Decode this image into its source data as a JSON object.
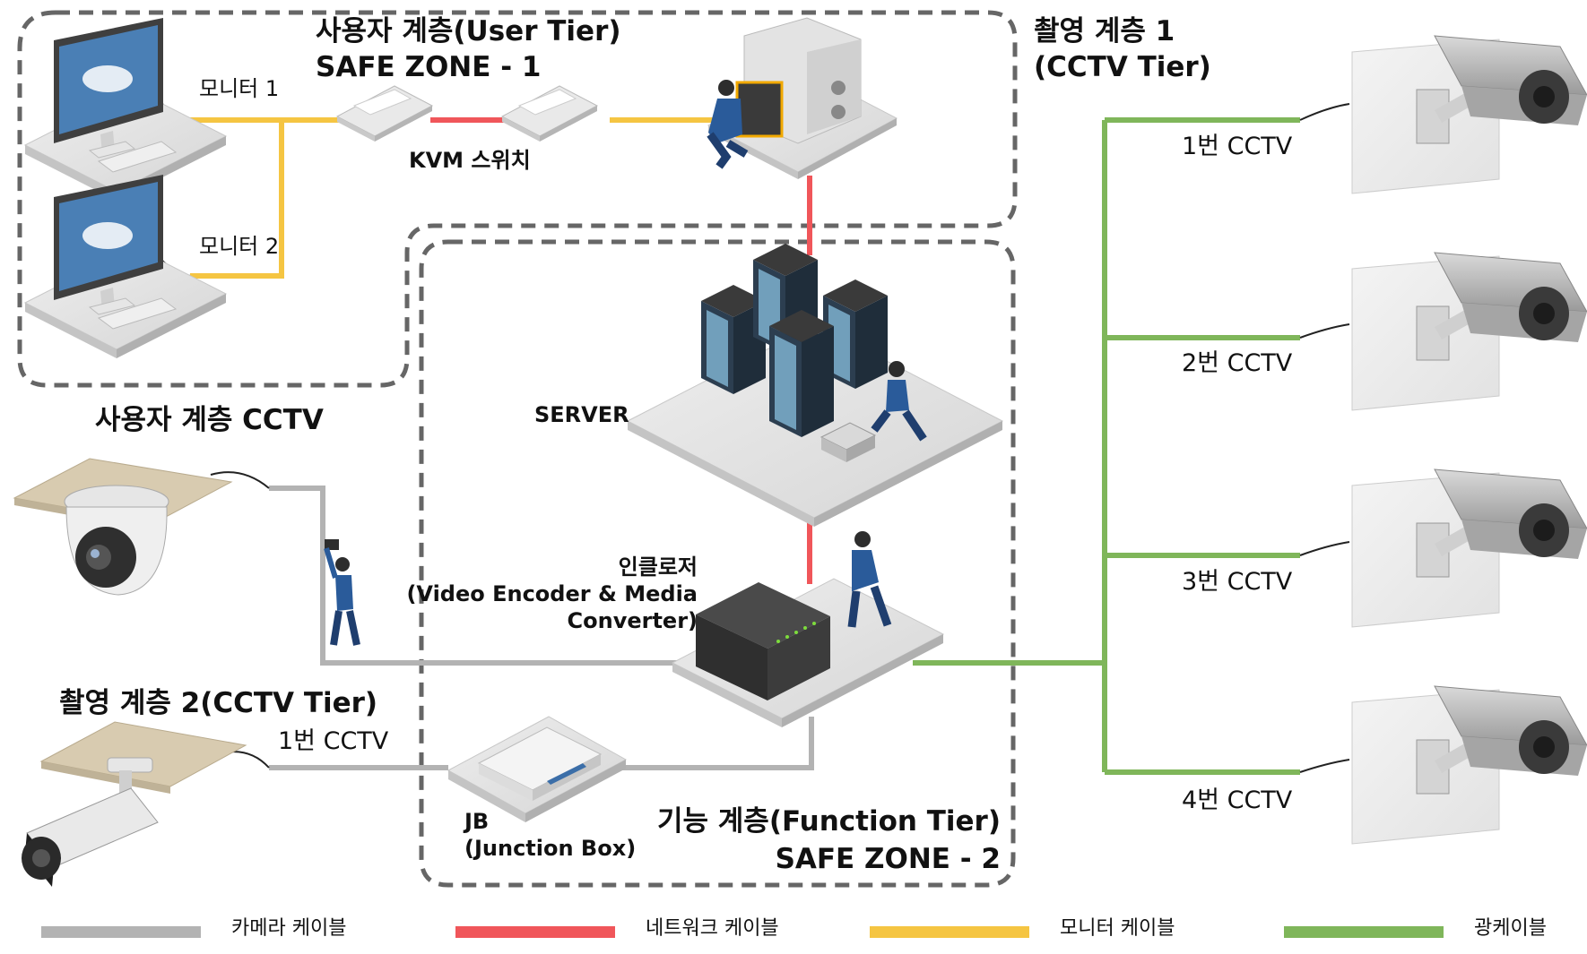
{
  "zones": {
    "user_tier": {
      "line1": "사용자 계층(User Tier)",
      "line2": "SAFE ZONE - 1"
    },
    "function_tier": {
      "line1": "기능 계층(Function Tier)",
      "line2": "SAFE ZONE - 2"
    },
    "capture_tier_1": {
      "line1": "촬영 계층 1",
      "line2": "(CCTV Tier)"
    },
    "capture_tier_2": {
      "line1": "촬영 계층 2(CCTV Tier)"
    },
    "user_tier_cctv": {
      "line1": "사용자 계층 CCTV"
    }
  },
  "labels": {
    "monitor_1": "모니터 1",
    "monitor_2": "모니터 2",
    "kvm": "KVM 스위치",
    "server": "SERVER",
    "enclosure_l1": "인클로저",
    "enclosure_l2": "(Video Encoder & Media",
    "enclosure_l3": "Converter)",
    "jb_l1": "JB",
    "jb_l2": "(Junction Box)",
    "tier2_cctv": "1번 CCTV"
  },
  "cctv_list": [
    "1번 CCTV",
    "2번 CCTV",
    "3번 CCTV",
    "4번 CCTV"
  ],
  "legend": [
    {
      "label": "카메라 케이블",
      "color": "#b3b3b3"
    },
    {
      "label": "네트워크 케이블",
      "color": "#f0565a"
    },
    {
      "label": "모니터 케이블",
      "color": "#f5c542"
    },
    {
      "label": "광케이블",
      "color": "#7fb65a"
    }
  ],
  "colors": {
    "camera_cable": "#b3b3b3",
    "network_cable": "#f0565a",
    "monitor_cable": "#f5c542",
    "fiber_cable": "#7fb65a",
    "zone_border": "#666666"
  }
}
